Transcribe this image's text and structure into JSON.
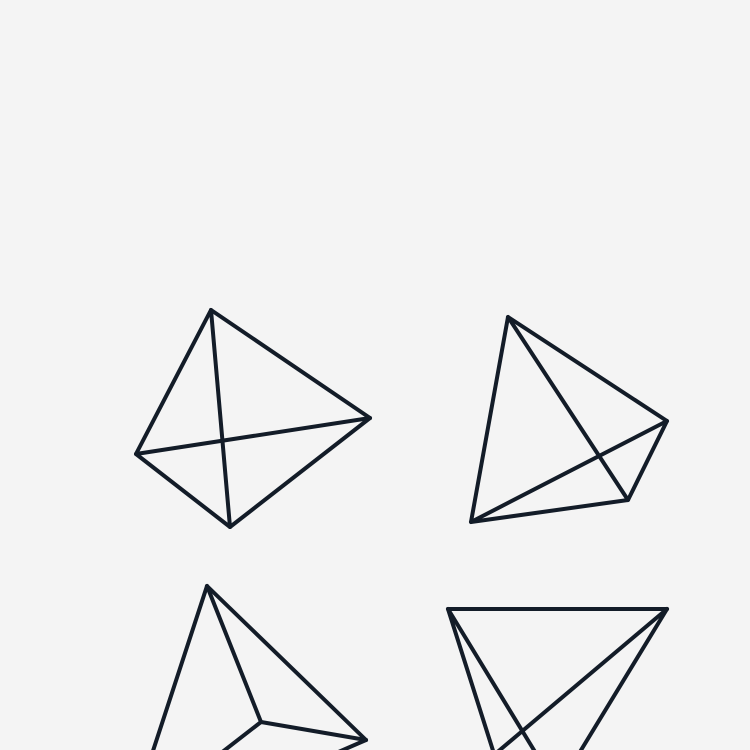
{
  "figures": [
    {
      "id": "tetrahedron-1",
      "icon": "wireframe-tetrahedron-icon",
      "line_color": "#131c28"
    },
    {
      "id": "tetrahedron-2",
      "icon": "wireframe-tetrahedron-icon",
      "line_color": "#131c28"
    },
    {
      "id": "tetrahedron-3",
      "icon": "wireframe-tetrahedron-icon",
      "line_color": "#131c28"
    },
    {
      "id": "tetrahedron-4",
      "icon": "wireframe-tetrahedron-icon",
      "line_color": "#131c28"
    }
  ],
  "background_color": "#f4f4f4"
}
